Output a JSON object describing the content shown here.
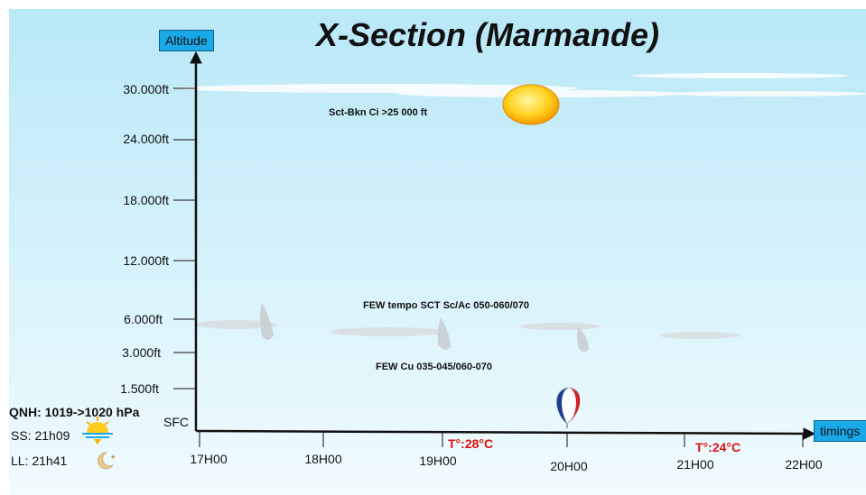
{
  "title": "X-Section (Marmande)",
  "axes": {
    "y_label": "Altitude",
    "x_label": "timings",
    "altitudes": [
      "30.000ft",
      "24.000ft",
      "18.000ft",
      "12.000ft",
      "6.000ft",
      "3.000ft",
      "1.500ft",
      "SFC"
    ],
    "times": [
      "17H00",
      "18H00",
      "19H00",
      "20H00",
      "21H00",
      "22H00"
    ]
  },
  "annotations": {
    "high_clouds": "Sct-Bkn Ci >25 000 ft",
    "mid_clouds": "FEW tempo SCT Sc/Ac 050-060/070",
    "low_clouds": "FEW Cu 035-045/060-070"
  },
  "temperatures": [
    "T°:28°C",
    "T°:24°C"
  ],
  "info": {
    "qnh": "QNH: 1019->1020 hPa",
    "sunset": "SS: 21h09",
    "last_light": "LL: 21h41"
  },
  "icons": [
    "sun-icon",
    "cloud-icon",
    "balloon-icon",
    "sunset-icon",
    "moon-icon"
  ],
  "colors": {
    "sky_top": "#bfe9f7",
    "sky_bottom": "#eefafd",
    "label_box": "#1aa9e8",
    "temperature": "#e01010"
  }
}
